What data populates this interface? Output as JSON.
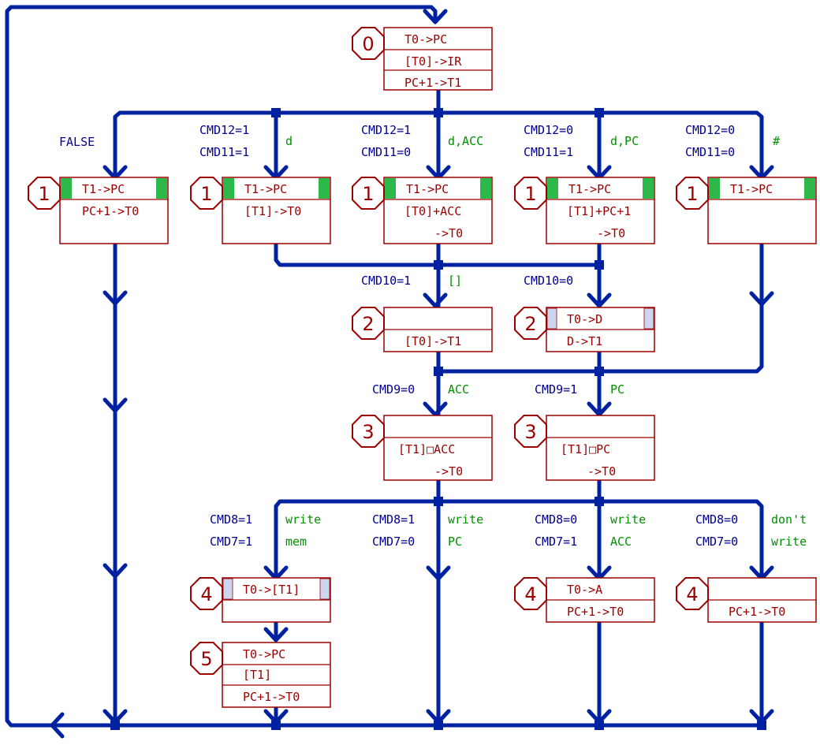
{
  "colors": {
    "wire": "#0022a0",
    "box": "#9a0000",
    "cond": "#000090",
    "act": "#009000",
    "fill": "#2db94a"
  },
  "states": {
    "s0": {
      "step": "0",
      "lines": [
        "T0->PC",
        "[T0]->IR",
        "PC+1->T1"
      ]
    },
    "s1a": {
      "step": "1",
      "lines": [
        "T1->PC",
        "PC+1->T0"
      ]
    },
    "s1b": {
      "step": "1",
      "lines": [
        "T1->PC",
        "[T1]->T0"
      ]
    },
    "s1c": {
      "step": "1",
      "lines": [
        "T1->PC",
        "[T0]+ACC",
        "->T0"
      ]
    },
    "s1d": {
      "step": "1",
      "lines": [
        "T1->PC",
        "[T1]+PC+1",
        "->T0"
      ]
    },
    "s1e": {
      "step": "1",
      "lines": [
        "T1->PC"
      ]
    },
    "s2a": {
      "step": "2",
      "lines": [
        "[T0]->T1"
      ]
    },
    "s2b": {
      "step": "2",
      "lines": [
        "T0->D",
        "D->T1"
      ]
    },
    "s3a": {
      "step": "3",
      "lines": [
        "[T1]□ACC",
        "->T0"
      ]
    },
    "s3b": {
      "step": "3",
      "lines": [
        "[T1]□PC",
        "->T0"
      ]
    },
    "s4a": {
      "step": "4",
      "lines": [
        "T0->[T1]"
      ]
    },
    "s4b": {
      "step": "4",
      "lines": [
        "T0->A",
        "PC+1->T0"
      ]
    },
    "s4c": {
      "step": "4",
      "lines": [
        "PC+1->T0"
      ]
    },
    "s5": {
      "step": "5",
      "lines": [
        "T0->PC",
        "[T1]",
        "PC+1->T0"
      ]
    }
  },
  "branches": {
    "false_label": "FALSE",
    "b1": {
      "cond": [
        "CMD12=1",
        "CMD11=1"
      ],
      "action": [
        "d"
      ]
    },
    "b2": {
      "cond": [
        "CMD12=1",
        "CMD11=0"
      ],
      "action": [
        "d,ACC"
      ]
    },
    "b3": {
      "cond": [
        "CMD12=0",
        "CMD11=1"
      ],
      "action": [
        "d,PC"
      ]
    },
    "b4": {
      "cond": [
        "CMD12=0",
        "CMD11=0"
      ],
      "action": [
        "#"
      ]
    },
    "c1": {
      "cond": [
        "CMD10=1"
      ],
      "action": [
        "[]"
      ]
    },
    "c2": {
      "cond": [
        "CMD10=0"
      ],
      "action": []
    },
    "e1": {
      "cond": [
        "CMD9=0"
      ],
      "action": [
        "ACC"
      ]
    },
    "e2": {
      "cond": [
        "CMD9=1"
      ],
      "action": [
        "PC"
      ]
    },
    "f1": {
      "cond": [
        "CMD8=1",
        "CMD7=1"
      ],
      "action": [
        "write",
        "mem"
      ]
    },
    "f2": {
      "cond": [
        "CMD8=1",
        "CMD7=0"
      ],
      "action": [
        "write",
        "PC"
      ]
    },
    "f3": {
      "cond": [
        "CMD8=0",
        "CMD7=1"
      ],
      "action": [
        "write",
        "ACC"
      ]
    },
    "f4": {
      "cond": [
        "CMD8=0",
        "CMD7=0"
      ],
      "action": [
        "don't",
        "write"
      ]
    }
  }
}
